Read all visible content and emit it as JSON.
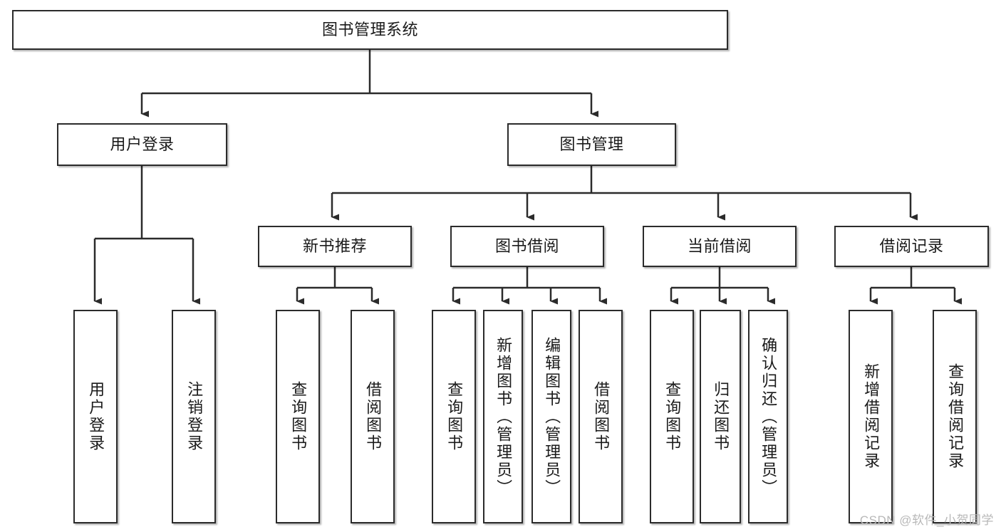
{
  "diagram": {
    "title": "图书管理系统",
    "type": "tree",
    "root": {
      "label": "图书管理系统"
    },
    "level2": [
      {
        "label": "用户登录"
      },
      {
        "label": "图书管理"
      }
    ],
    "level3": [
      {
        "label": "新书推荐"
      },
      {
        "label": "图书借阅"
      },
      {
        "label": "当前借阅"
      },
      {
        "label": "借阅记录"
      }
    ],
    "leaves_user_login": [
      {
        "label": "用户登录"
      },
      {
        "label": "注销登录"
      }
    ],
    "leaves_new_book": [
      {
        "label": "查询图书"
      },
      {
        "label": "借阅图书"
      }
    ],
    "leaves_borrow": [
      {
        "label": "查询图书"
      },
      {
        "label": "新增图书（管理员）"
      },
      {
        "label": "编辑图书（管理员）"
      },
      {
        "label": "借阅图书"
      }
    ],
    "leaves_current": [
      {
        "label": "查询图书"
      },
      {
        "label": "归还图书"
      },
      {
        "label": "确认归还（管理员）"
      }
    ],
    "leaves_record": [
      {
        "label": "新增借阅记录"
      },
      {
        "label": "查询借阅记录"
      }
    ]
  },
  "watermark": {
    "text": "CSDN @软件_小贺同学"
  },
  "colors": {
    "stroke": "#2b2b2b",
    "fill": "#ffffff",
    "text": "#1a1a1a",
    "watermark": "#b8b8b8"
  }
}
